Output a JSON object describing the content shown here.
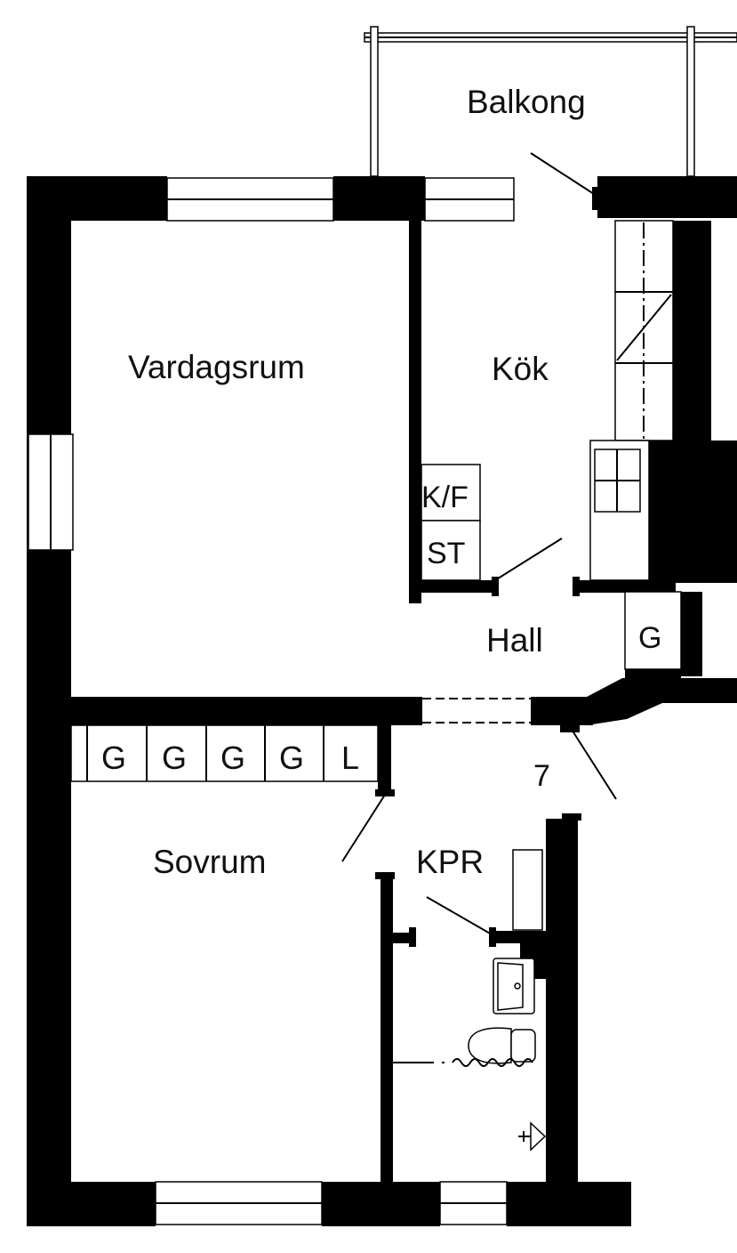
{
  "plan": {
    "rooms": {
      "balcony": "Balkong",
      "living_room": "Vardagsrum",
      "kitchen": "Kök",
      "hall": "Hall",
      "bedroom": "Sovrum",
      "bathroom": "KPR"
    },
    "fixtures": {
      "fridge_freezer": "K/F",
      "stove": "ST",
      "hall_closet": "G",
      "wardrobes": [
        "G",
        "G",
        "G",
        "G",
        "L"
      ]
    },
    "apartment_number": "7"
  },
  "colors": {
    "wall": "#000000",
    "background": "#ffffff"
  }
}
